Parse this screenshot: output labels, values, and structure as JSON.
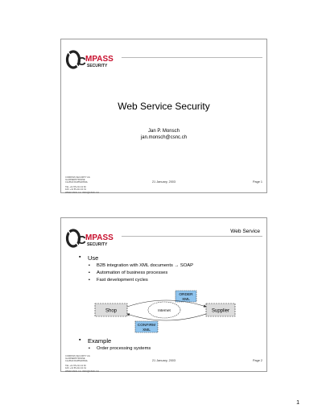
{
  "brand": {
    "logo_text_1": "C",
    "logo_text_2": "MPASS",
    "logo_text_3": "SECURITY"
  },
  "slide1": {
    "title": "Web Service Security",
    "author": "Jan P. Monsch",
    "email": "jan.monsch@csnc.ch",
    "footer": {
      "company_lines": "COMPASS SECURITY AG\nGLARNERSTRASSE\nCH-8640 RAPPERSWIL\n\nTEL +41 55-214 41 60\nFAX +41 55-214 41 61\nWWW.CSNC.CH  INFO@CSNC.CH",
      "date": "21 January, 2003",
      "page": "Page 1"
    }
  },
  "slide2": {
    "header": "Web Service",
    "use": {
      "label": "Use",
      "items": [
        "B2B integration with XML documents → SOAP",
        "Automation of business processes",
        "Fast development cycles"
      ]
    },
    "diagram": {
      "shop": "Shop",
      "internet": "Internet",
      "supplier": "Supplier",
      "order_1": "ORDER",
      "order_2": "XML",
      "confirm_1": "CONFIRM",
      "confirm_2": "XML"
    },
    "example": {
      "label": "Example",
      "items": [
        "Order processing systems"
      ]
    },
    "footer": {
      "company_lines": "COMPASS SECURITY AG\nGLARNERSTRASSE\nCH-8640 RAPPERSWIL\n\nTEL +41 55-214 41 60\nFAX +41 55-214 41 61\nWWW.CSNC.CH  INFO@CSNC.CH",
      "date": "21 January, 2003",
      "page": "Page 2"
    }
  },
  "sheet": {
    "page_number": "1"
  },
  "colors": {
    "logo_red": "#c8102e",
    "logo_black": "#222222",
    "xml_box": "#8fc4ee",
    "shop_box": "#dcdcdc"
  }
}
